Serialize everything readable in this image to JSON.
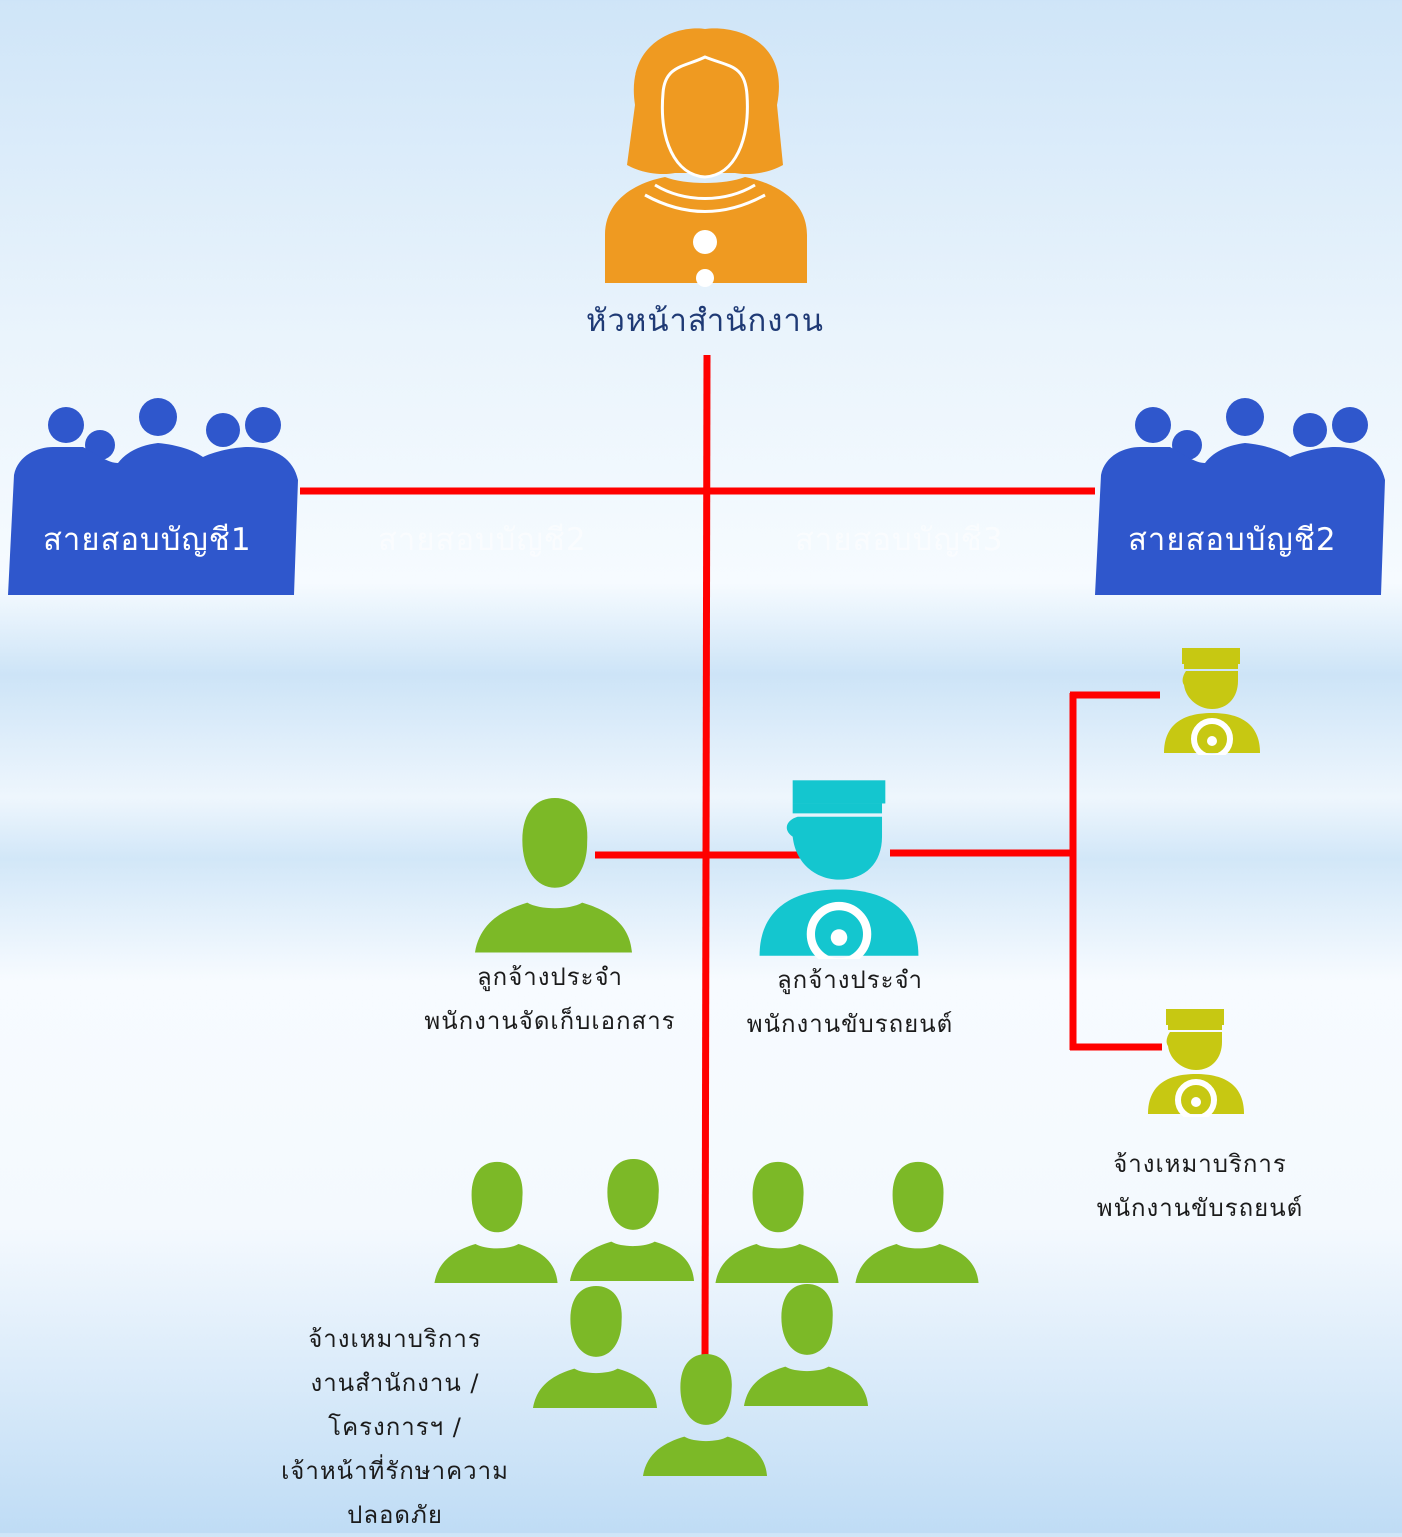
{
  "head": {
    "title": "หัวหน้าสำนักงาน"
  },
  "audit_groups": {
    "left": "สายสอบบัญชี1",
    "right": "สายสอบบัญชี2",
    "ghost_2": "สายสอบบัญชี2",
    "ghost_3": "สายสอบบัญชี3"
  },
  "staff": {
    "documents": {
      "line1": "ลูกจ้างประจำ",
      "line2": "พนักงานจัดเก็บเอกสาร"
    },
    "driver": {
      "line1": "ลูกจ้างประจำ",
      "line2": "พนักงานขับรถยนต์"
    },
    "contract_driver": {
      "line1": "จ้างเหมาบริการ",
      "line2": "พนักงานขับรถยนต์"
    },
    "contract_office": {
      "line1": "จ้างเหมาบริการ",
      "line2": "งานสำนักงาน /",
      "line3": "โครงการฯ /",
      "line4": "เจ้าหน้าที่รักษาความ",
      "line5": "ปลอดภัย"
    }
  },
  "colors": {
    "connector": "#ff0000",
    "head_icon": "#ef9a21",
    "group_icon": "#2f57cc",
    "staff_icon": "#7cb927",
    "driver_icon": "#14c6cf",
    "contract_driver_icon": "#c7c812",
    "title_text": "#1f3a75"
  }
}
